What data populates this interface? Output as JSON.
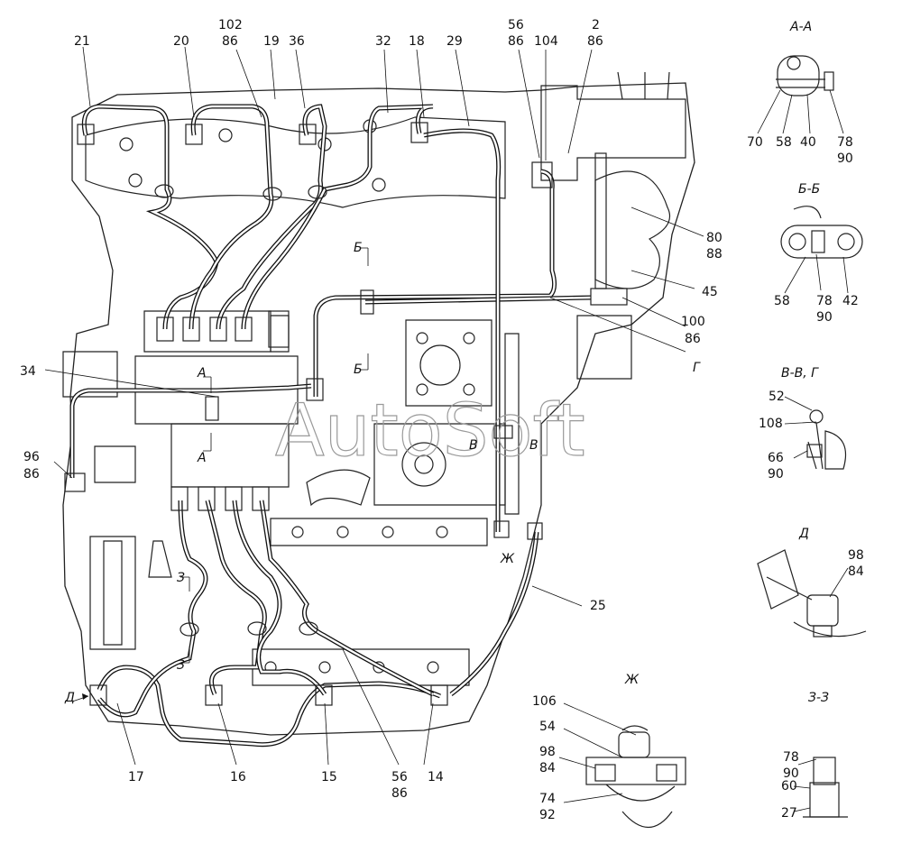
{
  "watermark": "AutoSoft",
  "callouts": {
    "c21": "21",
    "c20": "20",
    "c102": "102",
    "c86a": "86",
    "c19": "19",
    "c36": "36",
    "c32": "32",
    "c18": "18",
    "c29": "29",
    "c56a": "56",
    "c86b": "86",
    "c104": "104",
    "c2": "2",
    "c86c": "86",
    "c80": "80",
    "c88": "88",
    "c45": "45",
    "c100": "100",
    "c86d": "86",
    "c34": "34",
    "c96": "96",
    "c86e": "86",
    "c25": "25",
    "c17": "17",
    "c16": "16",
    "c15": "15",
    "c56b": "56",
    "c86f": "86",
    "c14": "14",
    "aa70": "70",
    "aa58": "58",
    "aa40": "40",
    "aa78": "78",
    "aa90": "90",
    "bb58": "58",
    "bb78": "78",
    "bb90": "90",
    "bb42": "42",
    "vv52": "52",
    "vv108": "108",
    "vv66": "66",
    "vv90": "90",
    "d98": "98",
    "d84": "84",
    "zh106": "106",
    "zh54": "54",
    "zh98": "98",
    "zh84": "84",
    "zh74": "74",
    "zh92": "92",
    "z78": "78",
    "z90": "90",
    "z60": "60",
    "z27": "27"
  },
  "sections": {
    "aa_title": "А-А",
    "bb_title": "Б-Б",
    "vv_title": "В-В, Г",
    "d_title": "Д",
    "zh_title": "Ж",
    "z_title": "З-З",
    "b_top": "Б",
    "b_bottom": "Б",
    "a_top": "А",
    "a_bottom": "А",
    "v_left": "В",
    "v_right": "В",
    "g_label": "Г",
    "zh_mark": "Ж",
    "z_top": "З",
    "z_bottom": "З",
    "d_mark": "Д"
  }
}
